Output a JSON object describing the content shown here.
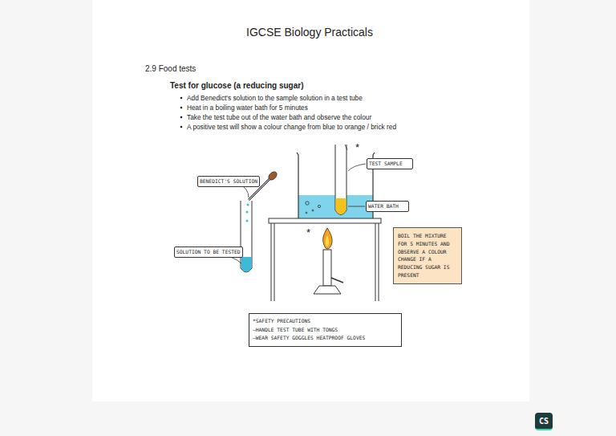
{
  "diagram": {
    "title": "IGCSE Biology Practicals",
    "nodes": [
      {
        "text": [
          "BENEDICT'S SOLUTION"
        ]
      },
      {
        "text": [
          "TEST SAMPLE"
        ]
      },
      {
        "text": [
          "WATER BATH"
        ]
      },
      {
        "text": [
          "SOLUTION TO BE TESTED"
        ]
      },
      {
        "text": [
          "BOIL THE MIXTURE FOR 5 MINUTES AND OBSERVE A COLOUR CHANGE IF A REDUCING SUGAR IS PRESENT"
        ]
      },
      {
        "text": [
          "*SAFETY PRECAUTIONS",
          "—HANDLE TEST TUBE WITH TONGS",
          "—WEAR SAFETY GOGGLES HEATPROOF GLOVES"
        ]
      },
      {
        "text": [
          "CS"
        ]
      }
    ],
    "labels": [
      "2.9 Food tests",
      "Test for glucose (a reducing sugar)",
      "Add Benedict's solution to the sample solution in a test tube",
      "Heat in a boiling water bath for 5 minutes",
      "Take the test tube out of the water bath and observe the colour",
      "A positive test will show a colour change from blue to orange / brick red",
      "*",
      "*"
    ]
  }
}
